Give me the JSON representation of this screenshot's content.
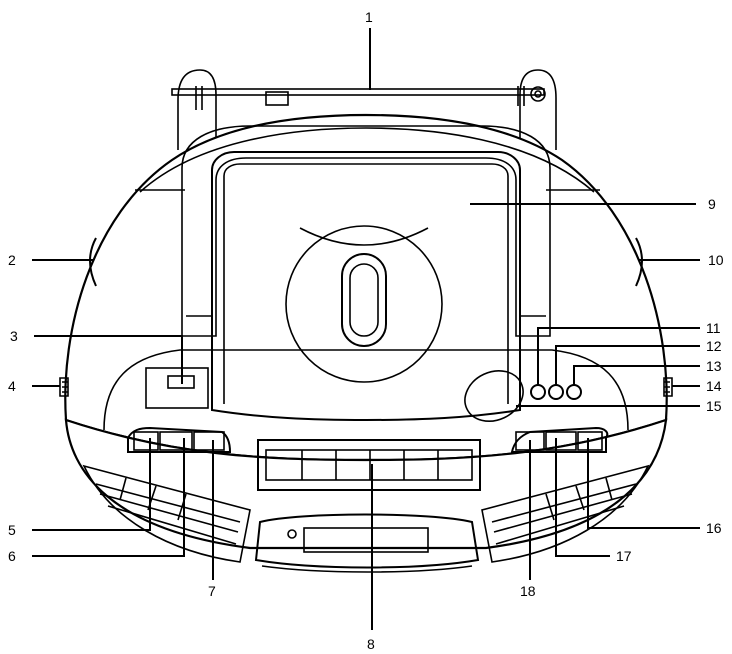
{
  "callouts": [
    {
      "label": "1"
    },
    {
      "label": "2"
    },
    {
      "label": "3"
    },
    {
      "label": "4"
    },
    {
      "label": "5"
    },
    {
      "label": "6"
    },
    {
      "label": "7"
    },
    {
      "label": "8"
    },
    {
      "label": "9"
    },
    {
      "label": "10"
    },
    {
      "label": "11"
    },
    {
      "label": "12"
    },
    {
      "label": "13"
    },
    {
      "label": "14"
    },
    {
      "label": "15"
    },
    {
      "label": "16"
    },
    {
      "label": "17"
    },
    {
      "label": "18"
    }
  ]
}
